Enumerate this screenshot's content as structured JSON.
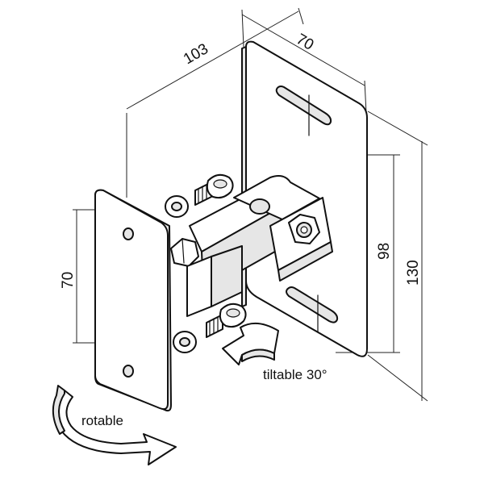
{
  "dimensions": {
    "top_depth": "103",
    "top_width": "70",
    "front_plate_height": "70",
    "slot_spacing": "98",
    "back_plate_height": "130"
  },
  "annotations": {
    "tilt": "tiltable 30°",
    "rotate": "rotable"
  },
  "colors": {
    "line": "#111111",
    "metal_face": "#ffffff",
    "metal_shade": "#e6e6e6"
  }
}
